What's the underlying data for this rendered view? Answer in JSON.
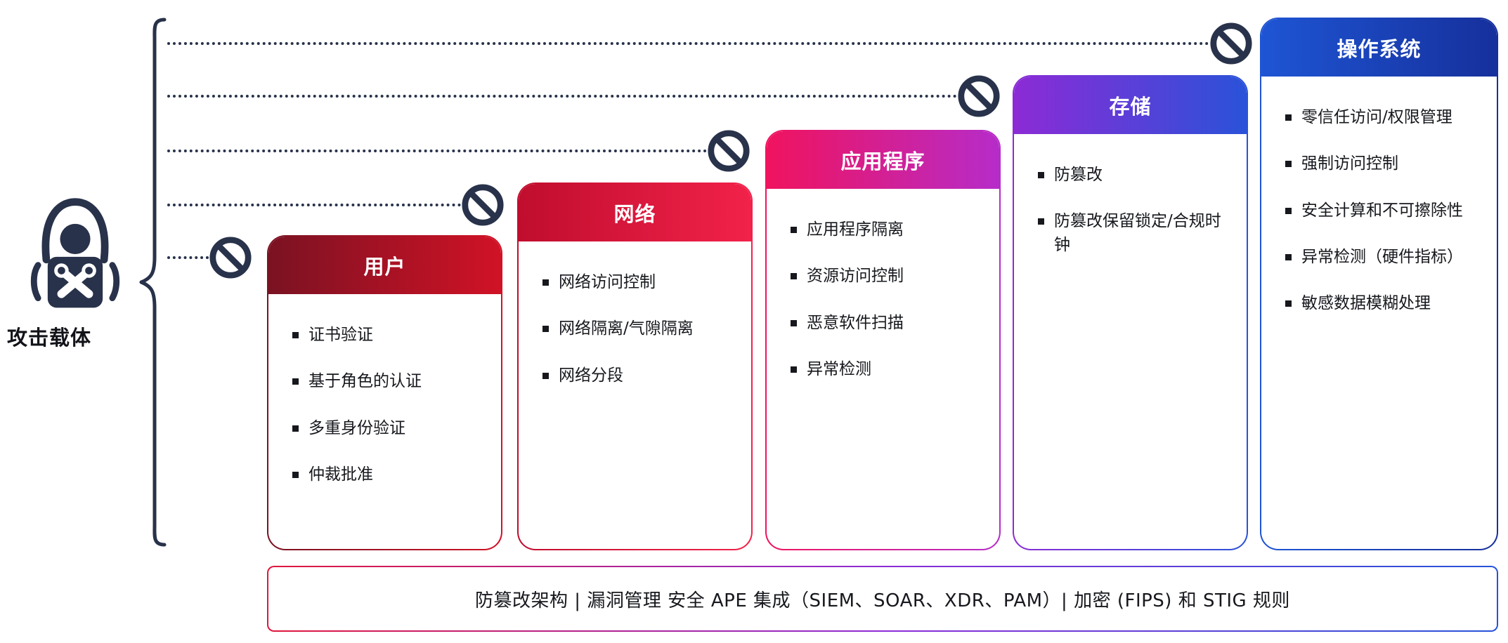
{
  "attacker": {
    "label": "攻击载体"
  },
  "columns": [
    {
      "title": "用户",
      "items": [
        "证书验证",
        "基于角色的认证",
        "多重身份验证",
        "仲裁批准"
      ]
    },
    {
      "title": "网络",
      "items": [
        "网络访问控制",
        "网络隔离/气隙隔离",
        "网络分段"
      ]
    },
    {
      "title": "应用程序",
      "items": [
        "应用程序隔离",
        "资源访问控制",
        "恶意软件扫描",
        "异常检测"
      ]
    },
    {
      "title": "存储",
      "items": [
        "防篡改",
        "防篡改保留锁定/合规时钟"
      ]
    },
    {
      "title": "操作系统",
      "items": [
        "零信任访问/权限管理",
        "强制访问控制",
        "安全计算和不可擦除性",
        "异常检测（硬件指标）",
        "敏感数据模糊处理"
      ]
    }
  ],
  "banner": {
    "text": "防篡改架构 | 漏洞管理 安全 APE 集成（SIEM、SOAR、XDR、PAM）| 加密 (FIPS) 和 STIG 规则"
  },
  "colors": {
    "ink": "#28324a",
    "user_gradient_from": "#7a1222",
    "user_gradient_to": "#d11226",
    "network_gradient_from": "#c00d2e",
    "network_gradient_to": "#f2224a",
    "application_gradient_from": "#f0135e",
    "application_gradient_to": "#b62cc9",
    "storage_gradient_from": "#8c2bd6",
    "storage_gradient_to": "#2a52d9",
    "os_gradient_from": "#1e55d4",
    "os_gradient_to": "#16309c"
  }
}
